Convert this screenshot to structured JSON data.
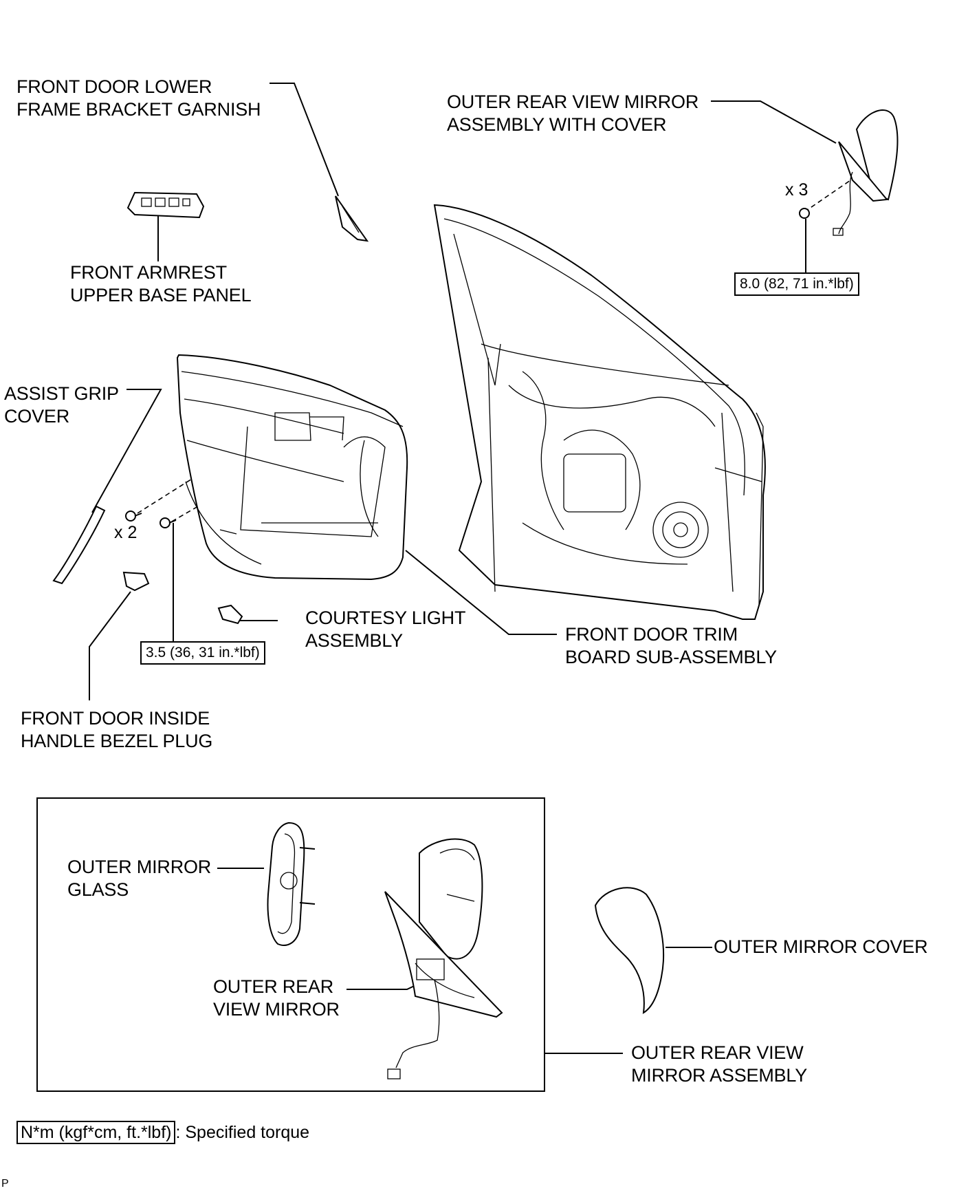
{
  "labels": {
    "frame_bracket_garnish": [
      "FRONT DOOR LOWER",
      "FRAME BRACKET GARNISH"
    ],
    "armrest_panel": [
      "FRONT ARMREST",
      "UPPER BASE PANEL"
    ],
    "mirror_with_cover": [
      "OUTER REAR VIEW MIRROR",
      "ASSEMBLY WITH COVER"
    ],
    "assist_grip_cover": [
      "ASSIST GRIP",
      "COVER"
    ],
    "courtesy_light": [
      "COURTESY LIGHT",
      "ASSEMBLY"
    ],
    "trim_board": [
      "FRONT DOOR TRIM",
      "BOARD SUB-ASSEMBLY"
    ],
    "bezel_plug": [
      "FRONT DOOR INSIDE",
      "HANDLE BEZEL PLUG"
    ],
    "mirror_glass": [
      "OUTER MIRROR",
      "GLASS"
    ],
    "outer_rear_view_mirror": [
      "OUTER REAR",
      "VIEW MIRROR"
    ],
    "mirror_cover": [
      "OUTER MIRROR COVER"
    ],
    "mirror_assembly": [
      "OUTER REAR VIEW",
      "MIRROR ASSEMBLY"
    ]
  },
  "quantities": {
    "mirror_nuts": "x 3",
    "trim_screws": "x 2"
  },
  "torques": {
    "mirror_nut": "8.0 (82, 71 in.*lbf)",
    "trim_screw": "3.5 (36, 31 in.*lbf)"
  },
  "legend": {
    "unit_box": "N*m (kgf*cm, ft.*lbf)",
    "text": ": Specified torque"
  },
  "corner_mark": "P"
}
